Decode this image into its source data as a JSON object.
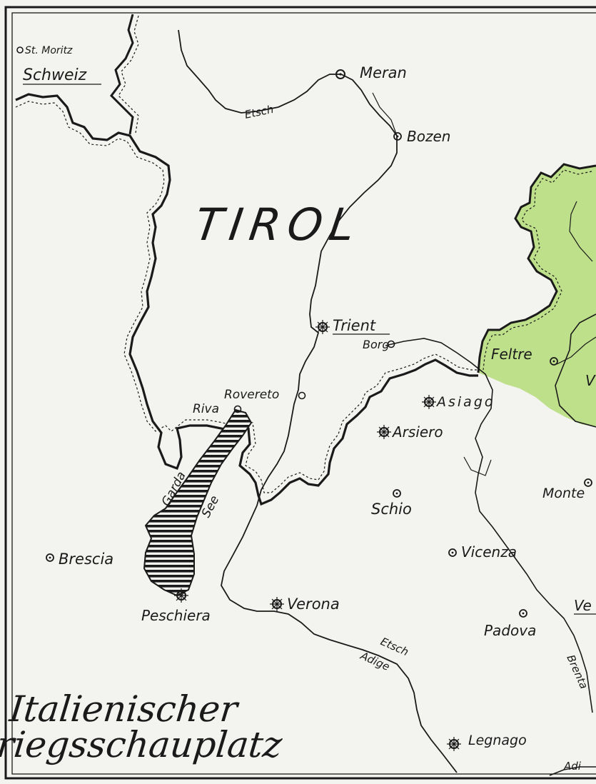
{
  "map": {
    "title_line1": "Italienischer",
    "title_line2": "Kriegsschauplatz",
    "region_label": "TIROL",
    "country_label": "Schweiz",
    "lake_label_1": "Garda",
    "lake_label_2": "See",
    "colors": {
      "paper": "#f3f3f0",
      "ink": "#1a1a1a",
      "venetia_green": "#bfe08a"
    },
    "places": [
      {
        "name": "St. Moritz",
        "symbol": "circle"
      },
      {
        "name": "Meran",
        "symbol": "circle"
      },
      {
        "name": "Bozen",
        "symbol": "circle"
      },
      {
        "name": "Trient",
        "symbol": "fortress"
      },
      {
        "name": "Borg",
        "symbol": "circle"
      },
      {
        "name": "Rovereto",
        "symbol": "circle"
      },
      {
        "name": "Riva",
        "symbol": "circle"
      },
      {
        "name": "Asiago",
        "symbol": "fortress"
      },
      {
        "name": "Arsiero",
        "symbol": "fortress"
      },
      {
        "name": "Schio",
        "symbol": "circle"
      },
      {
        "name": "Feltre",
        "symbol": "circle"
      },
      {
        "name": "Monte",
        "symbol": "circle"
      },
      {
        "name": "Vicenza",
        "symbol": "circle"
      },
      {
        "name": "Brescia",
        "symbol": "circle"
      },
      {
        "name": "Peschiera",
        "symbol": "fortress"
      },
      {
        "name": "Verona",
        "symbol": "fortress"
      },
      {
        "name": "Padova",
        "symbol": "circle"
      },
      {
        "name": "Ve",
        "symbol": "none"
      },
      {
        "name": "Legnago",
        "symbol": "fortress"
      }
    ],
    "rivers": [
      {
        "name": "Etsch"
      },
      {
        "name": "Etsch"
      },
      {
        "name": "Adige"
      },
      {
        "name": "Brenta"
      },
      {
        "name": "Adi"
      }
    ]
  }
}
